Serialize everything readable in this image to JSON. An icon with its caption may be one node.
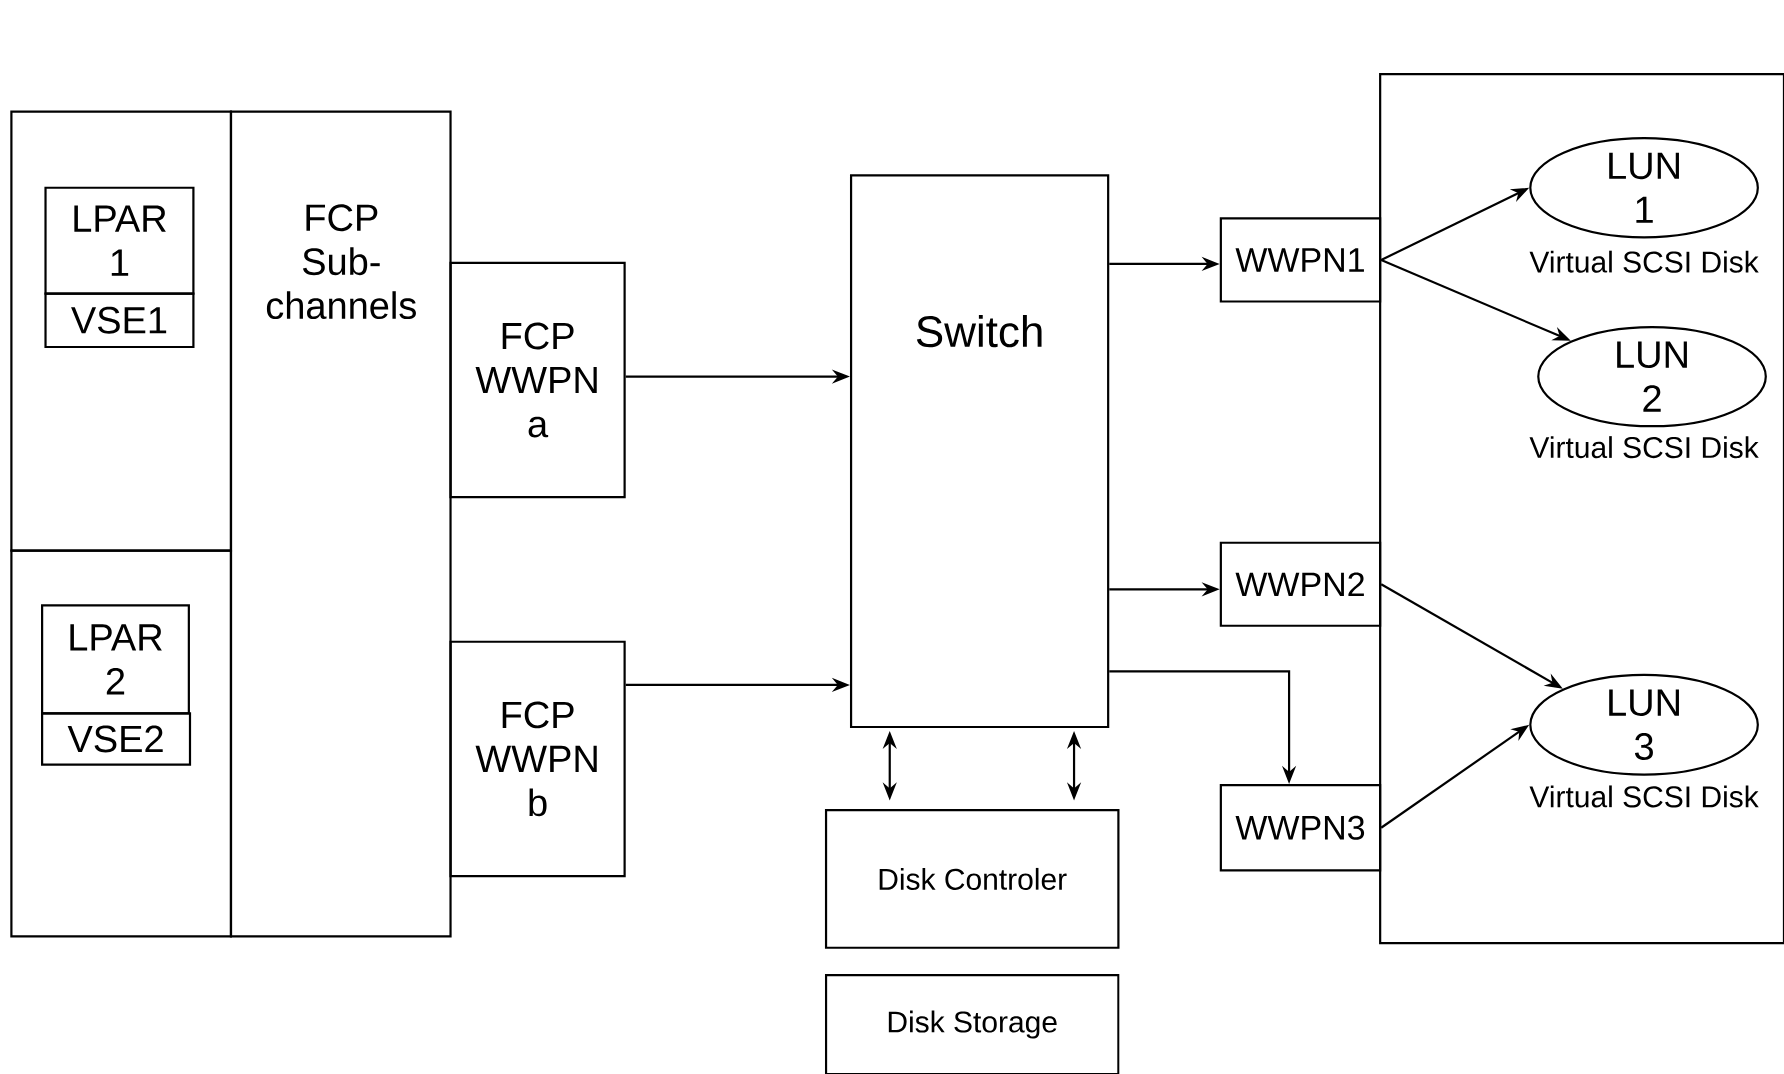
{
  "diagram": {
    "nodes": [
      {
        "text": [],
        "shape": "box"
      },
      {
        "text": [
          "LPAR 1"
        ],
        "in": 0
      },
      {
        "text": [
          "VSE1"
        ],
        "in": 0
      },
      {
        "text": [],
        "shape": "box"
      },
      {
        "text": [
          "LPAR 2"
        ],
        "in": 3
      },
      {
        "text": [
          "VSE2"
        ],
        "in": 3
      },
      {
        "text": [
          "FCP Sub-channels"
        ]
      },
      {
        "text": [
          "FCP WWPN a"
        ]
      },
      {
        "text": [
          "FCP WWPN b"
        ]
      },
      {
        "text": [
          "Switch"
        ]
      },
      {
        "text": [],
        "shape": "box"
      },
      {
        "text": [
          "LUN 1"
        ],
        "beside": [
          "Virtual SCSI Disk"
        ],
        "in": 10
      },
      {
        "text": [
          "LUN 2"
        ],
        "beside": [
          "Virtual SCSI Disk"
        ],
        "in": 10
      },
      {
        "text": [
          "LUN 3"
        ],
        "beside": [
          "Virtual SCSI Disk"
        ],
        "in": 10
      },
      {
        "text": [
          "WWPN1"
        ]
      },
      {
        "text": [
          "WWPN2"
        ]
      },
      {
        "text": [
          "WWPN3"
        ]
      },
      {
        "text": [
          "Disk Controler"
        ]
      },
      {
        "text": [
          "Disk Storage"
        ]
      }
    ],
    "edges": [
      {
        "from": 7,
        "to": 9,
        "arrow": "to"
      },
      {
        "from": 8,
        "to": 9,
        "arrow": "to"
      },
      {
        "from": 9,
        "to": 14,
        "arrow": "to"
      },
      {
        "from": 9,
        "to": 15,
        "arrow": "to"
      },
      {
        "from": 9,
        "to": 16,
        "arrow": "to"
      },
      {
        "from": 14,
        "to": 11,
        "arrow": "to"
      },
      {
        "from": 14,
        "to": 12,
        "arrow": "to"
      },
      {
        "from": 15,
        "to": 13,
        "arrow": "to"
      },
      {
        "from": 16,
        "to": 13,
        "arrow": "to"
      },
      {
        "from": 9,
        "to": 17,
        "arrow": "both"
      },
      {
        "from": 9,
        "to": 17,
        "arrow": "both"
      }
    ]
  }
}
